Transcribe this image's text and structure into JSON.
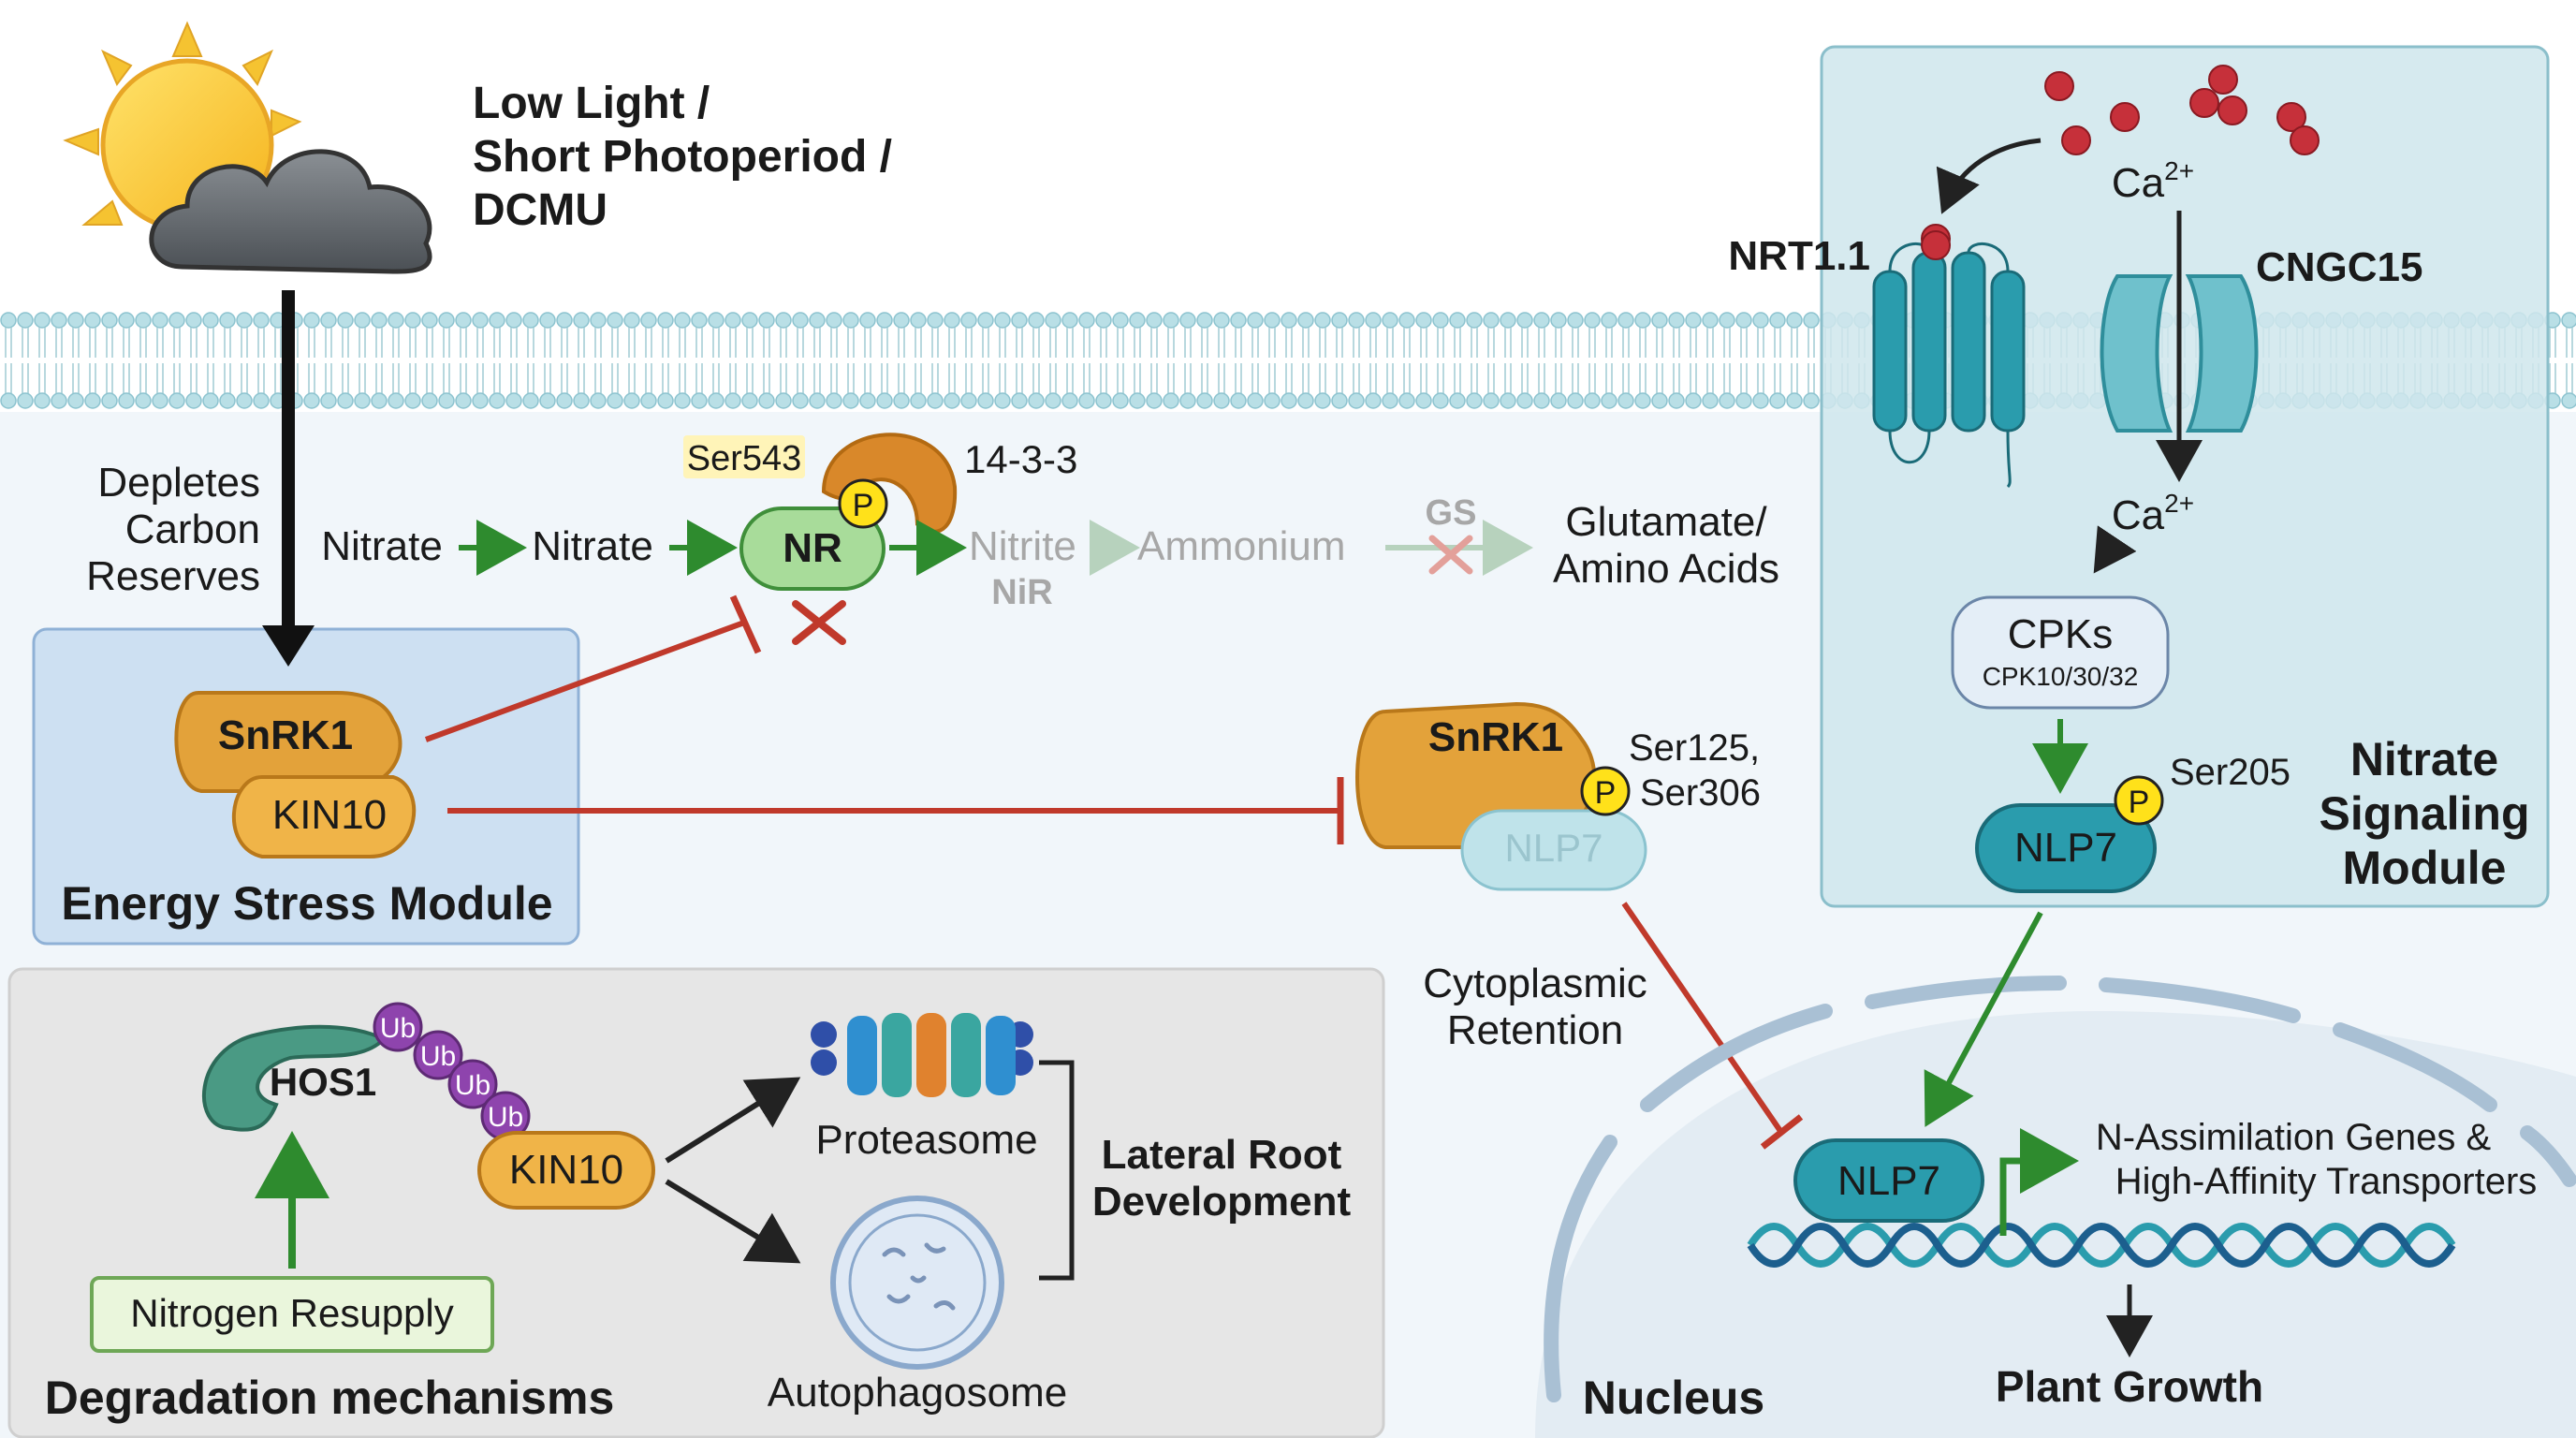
{
  "stress": {
    "line1": "Low Light /",
    "line2": "Short Photoperiod /",
    "line3": "DCMU",
    "depletes1": "Depletes",
    "depletes2": "Carbon",
    "depletes3": "Reserves"
  },
  "energy_module": {
    "title": "Energy Stress Module",
    "snrk1": "SnRK1",
    "kin10": "KIN10"
  },
  "nitrogen_pathway": {
    "nitrate_1": "Nitrate",
    "nitrate_2": "Nitrate",
    "nr": "NR",
    "ser543": "Ser543",
    "p": "P",
    "protein_1433": "14-3-3",
    "nitrite": "Nitrite",
    "nir": "NiR",
    "ammonium": "Ammonium",
    "gs": "GS",
    "glutamate1": "Glutamate/",
    "glutamate2": "Amino Acids"
  },
  "cytoplasm": {
    "snrk1": "SnRK1",
    "nlp7": "NLP7",
    "p": "P",
    "ser125": "Ser125,",
    "ser306": "Ser306",
    "retention1": "Cytoplasmic",
    "retention2": "Retention"
  },
  "nitrate_module": {
    "title1": "Nitrate",
    "title2": "Signaling",
    "title3": "Module",
    "nrt11": "NRT1.1",
    "cngc15": "CNGC15",
    "ca_top": "Ca",
    "ca_top_sup": "2+",
    "ca_bottom": "Ca",
    "ca_bottom_sup": "2+",
    "cpks": "CPKs",
    "cpks_sub": "CPK10/30/32",
    "nlp7": "NLP7",
    "p": "P",
    "ser205": "Ser205"
  },
  "degradation": {
    "title": "Degradation mechanisms",
    "hos1": "HOS1",
    "ub": [
      "Ub",
      "Ub",
      "Ub",
      "Ub"
    ],
    "kin10": "KIN10",
    "resupply": "Nitrogen Resupply",
    "proteasome": "Proteasome",
    "autophagosome": "Autophagosome",
    "lateral1": "Lateral Root",
    "lateral2": "Development"
  },
  "nucleus": {
    "title": "Nucleus",
    "nlp7": "NLP7",
    "genes1": "N-Assimilation Genes &",
    "genes2": "High-Affinity Transporters",
    "growth": "Plant Growth"
  },
  "colors": {
    "activation": "#2e8b2e",
    "inhibition": "#c0392b",
    "kinase": "#e3a23a",
    "nlp7": "#2a9cad",
    "membrane": "#9ecfd8",
    "module_bg": "#d3e8ee",
    "degradation_bg": "#e6e6e6"
  }
}
